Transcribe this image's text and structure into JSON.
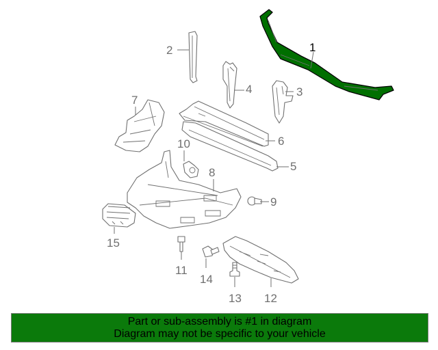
{
  "highlight_color": "#006f00",
  "banner_color": "#0b7a0b",
  "part_numbers": {
    "p1": "1",
    "p2": "2",
    "p3": "3",
    "p4": "4",
    "p5": "5",
    "p6": "6",
    "p7": "7",
    "p8": "8",
    "p9": "9",
    "p10": "10",
    "p11": "11",
    "p12": "12",
    "p13": "13",
    "p14": "14",
    "p15": "15"
  },
  "banner": {
    "line1": "Part or sub-assembly is #1 in diagram",
    "line2": "Diagram may not be specific to your vehicle"
  }
}
